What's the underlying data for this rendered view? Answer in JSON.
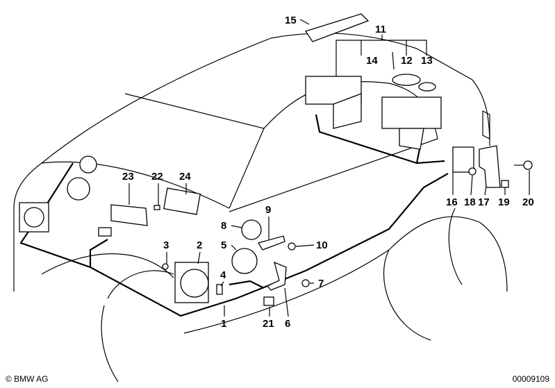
{
  "callouts": {
    "p1": "1",
    "p2": "2",
    "p3": "3",
    "p4": "4",
    "p5": "5",
    "p6": "6",
    "p7": "7",
    "p8": "8",
    "p9": "9",
    "p10": "10",
    "p11": "11",
    "p12": "12",
    "p13": "13",
    "p14": "14",
    "p15": "15",
    "p16": "16",
    "p17": "17",
    "p18": "18",
    "p19": "19",
    "p20": "20",
    "p21": "21",
    "p22": "22",
    "p23": "23",
    "p24": "24"
  },
  "footer": {
    "copyright": "© BMW AG",
    "diagram_number": "00009109"
  }
}
